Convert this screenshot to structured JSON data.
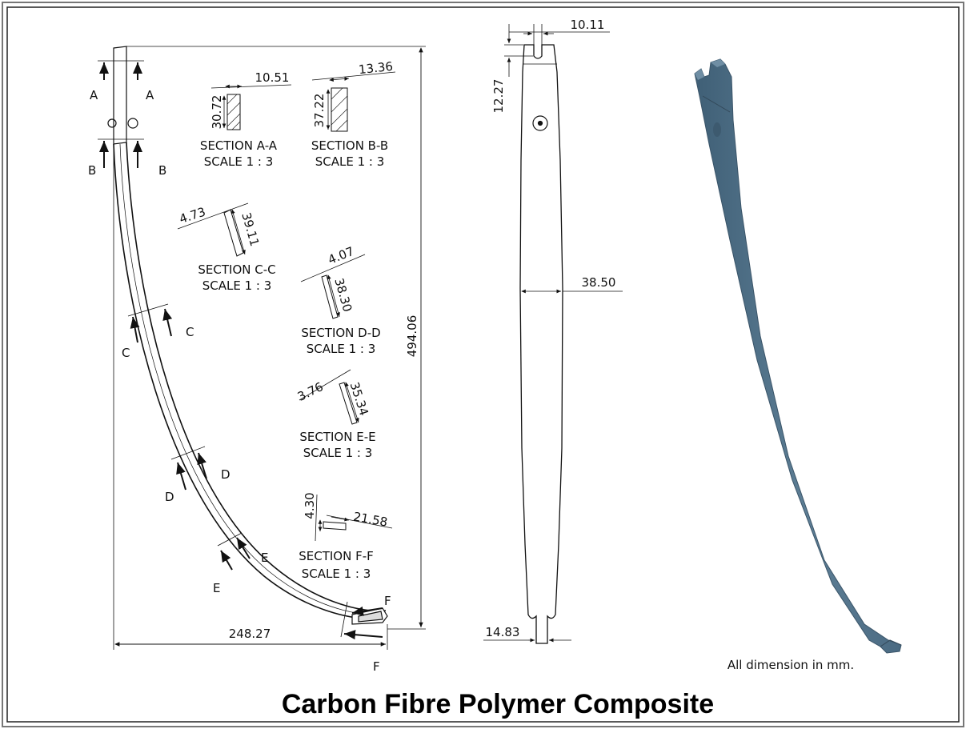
{
  "title": "Carbon Fibre Polymer Composite",
  "note": "All dimension in mm.",
  "colors": {
    "model_fill": "#4f6f86",
    "model_edge": "#3b5569",
    "line": "#111111"
  },
  "side_view": {
    "overall_height": "494.06",
    "overall_width": "248.27",
    "section_letters": {
      "a": "A",
      "b": "B",
      "c": "C",
      "d": "D",
      "e": "E",
      "f": "F"
    }
  },
  "front_view": {
    "top_slot": "10.11",
    "top_depth": "12.27",
    "mid_width": "38.50",
    "bottom_slot": "14.83"
  },
  "sections": {
    "aa": {
      "name": "SECTION A-A",
      "scale": "SCALE 1 : 3",
      "width": "10.51",
      "height": "30.72"
    },
    "bb": {
      "name": "SECTION B-B",
      "scale": "SCALE 1 : 3",
      "width": "13.36",
      "height": "37.22"
    },
    "cc": {
      "name": "SECTION C-C",
      "scale": "SCALE 1 : 3",
      "width": "4.73",
      "height": "39.11"
    },
    "dd": {
      "name": "SECTION D-D",
      "scale": "SCALE 1 : 3",
      "width": "4.07",
      "height": "38.30"
    },
    "ee": {
      "name": "SECTION E-E",
      "scale": "SCALE 1 : 3",
      "width": "3.76",
      "height": "35.34"
    },
    "ff": {
      "name": "SECTION F-F",
      "scale": "SCALE 1 : 3",
      "width": "4.30",
      "height": "21.58"
    }
  }
}
